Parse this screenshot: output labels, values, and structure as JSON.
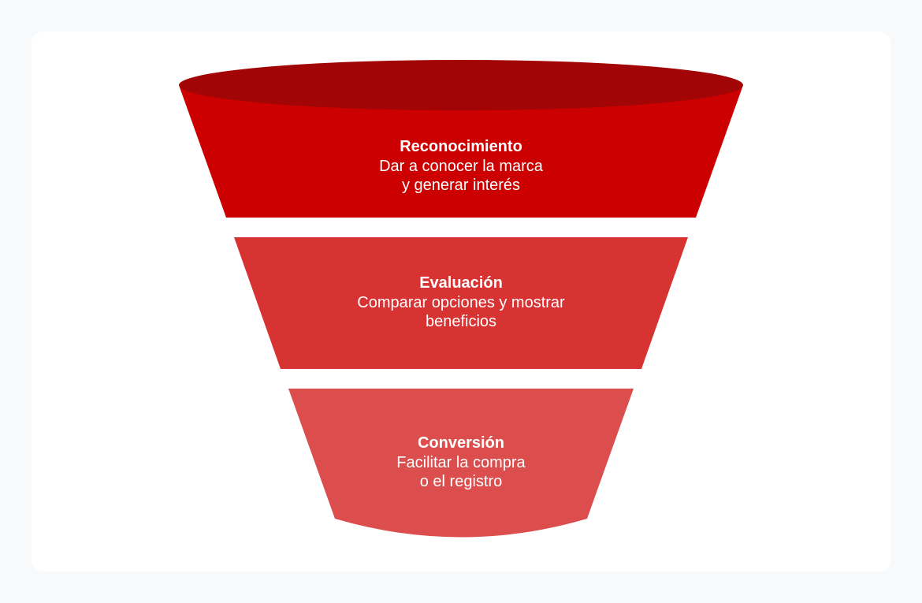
{
  "colors": {
    "page_bg": "#f8f9fb",
    "card_bg": "#ffffff",
    "rim": "#a20505",
    "stage_1": "#cc0000",
    "stage_2": "#d73333",
    "stage_3": "#dc4e4e",
    "text": "#ffffff"
  },
  "stages": [
    {
      "title": "Reconocimiento",
      "description": "Dar a conocer la marca\ny generar interés"
    },
    {
      "title": "Evaluación",
      "description": "Comparar opciones y mostrar\nbeneficios"
    },
    {
      "title": "Conversión",
      "description": "Facilitar la compra\no el registro"
    }
  ]
}
